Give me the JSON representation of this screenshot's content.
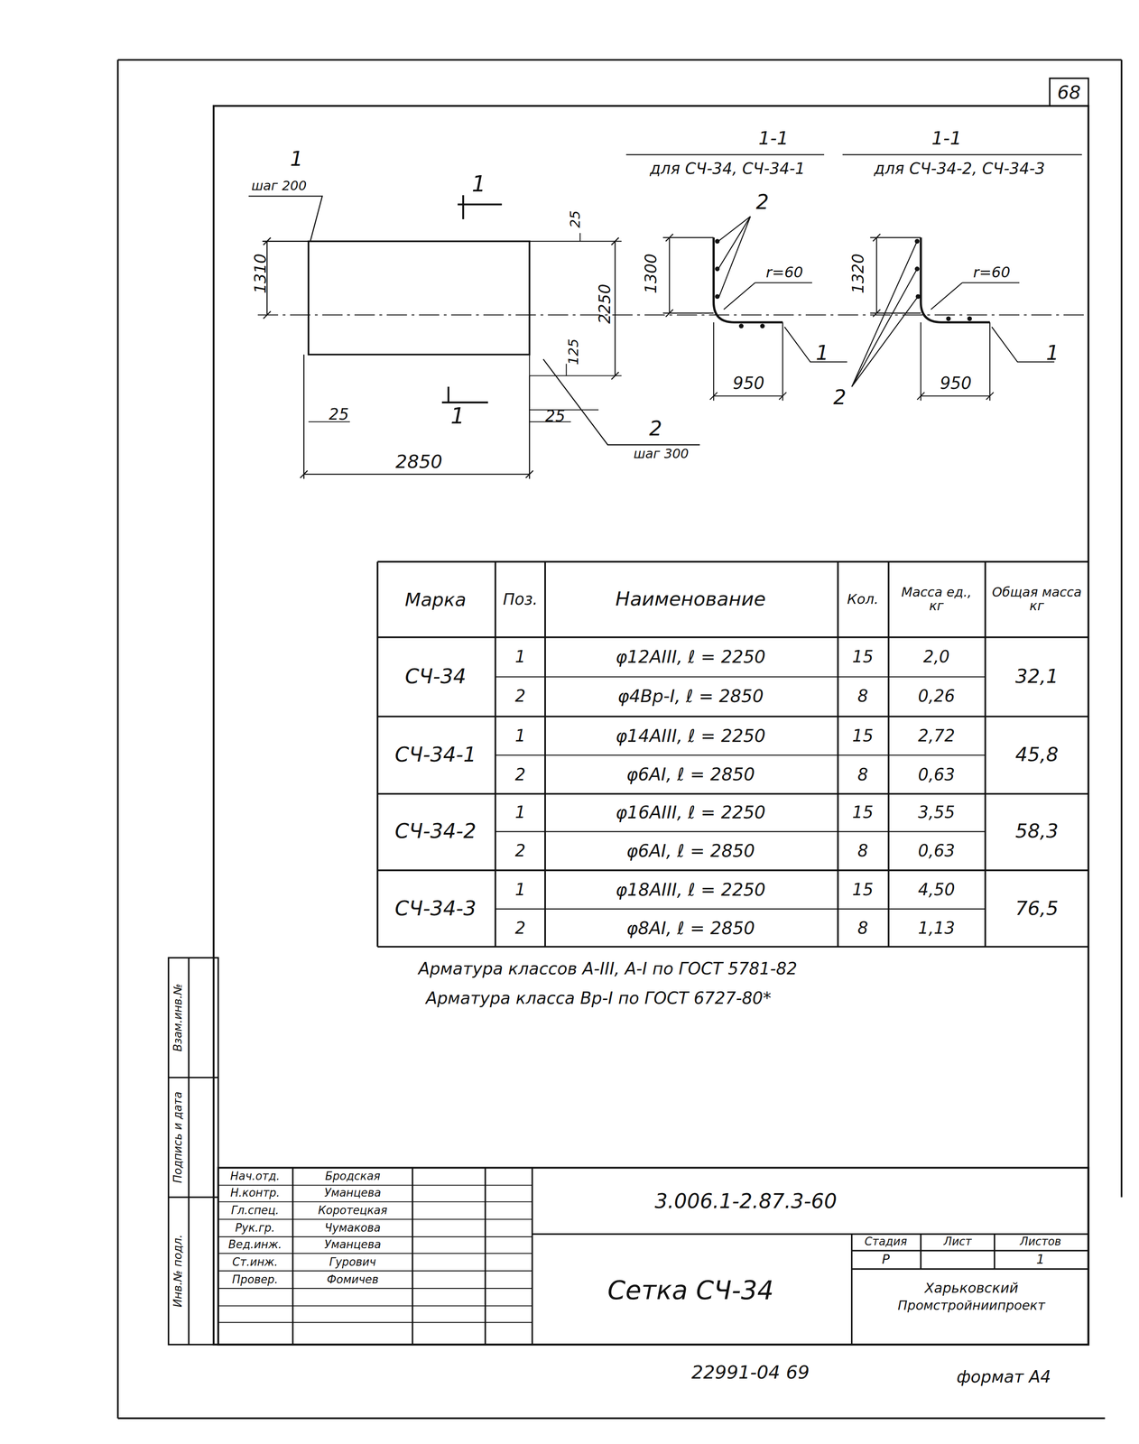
{
  "diagram": {
    "labels": [
      "68",
      "1",
      "шаг 200",
      "1",
      "25",
      "1310",
      "2250",
      "125",
      "1",
      "25",
      "25",
      "2850",
      "2",
      "шаг 300",
      "1-1",
      "для СЧ-34, СЧ-34-1",
      "1-1",
      "для СЧ-34-2, СЧ-34-3",
      "2",
      "1300",
      "r=60",
      "950",
      "1",
      "1320",
      "r=60",
      "950",
      "1",
      "2",
      "Марка",
      "Поз.",
      "Наименование",
      "Кол.",
      "Масса ед., кг",
      "Общая масса кг",
      "СЧ-34",
      "1",
      "φ12АIII, ℓ = 2250",
      "15",
      "2,0",
      "2",
      "φ4Вр-I, ℓ = 2850",
      "8",
      "0,26",
      "32,1",
      "СЧ-34-1",
      "1",
      "φ14АIII, ℓ = 2250",
      "15",
      "2,72",
      "2",
      "φ6АI, ℓ = 2850",
      "8",
      "0,63",
      "45,8",
      "СЧ-34-2",
      "1",
      "φ16АIII, ℓ = 2250",
      "15",
      "3,55",
      "2",
      "φ6АI, ℓ = 2850",
      "8",
      "0,63",
      "58,3",
      "СЧ-34-3",
      "1",
      "φ18АIII, ℓ = 2250",
      "15",
      "4,50",
      "2",
      "φ8АI, ℓ = 2850",
      "8",
      "1,13",
      "76,5",
      "Арматура классов А-III, А-I по ГОСТ 5781-82",
      "Арматура класса Вр-I по ГОСТ 6727-80*",
      "Взам.инв.№",
      "Подпись и дата",
      "Инв.№ подл.",
      "Нач.отд.",
      "Н.контр.",
      "Гл.спец.",
      "Рук.гр.",
      "Вед.инж.",
      "Ст.инж.",
      "Провер.",
      "Бродская",
      "Уманцева",
      "Коротецкая",
      "Чумакова",
      "Уманцева",
      "Гурович",
      "Фомичев",
      "3.006.1-2.87.3-60",
      "Сетка СЧ-34",
      "Стадия",
      "Лист",
      "Листов",
      "Р",
      "1",
      "Харьковский",
      "Промстройниипроект",
      "22991-04 69",
      "формат А4"
    ]
  }
}
